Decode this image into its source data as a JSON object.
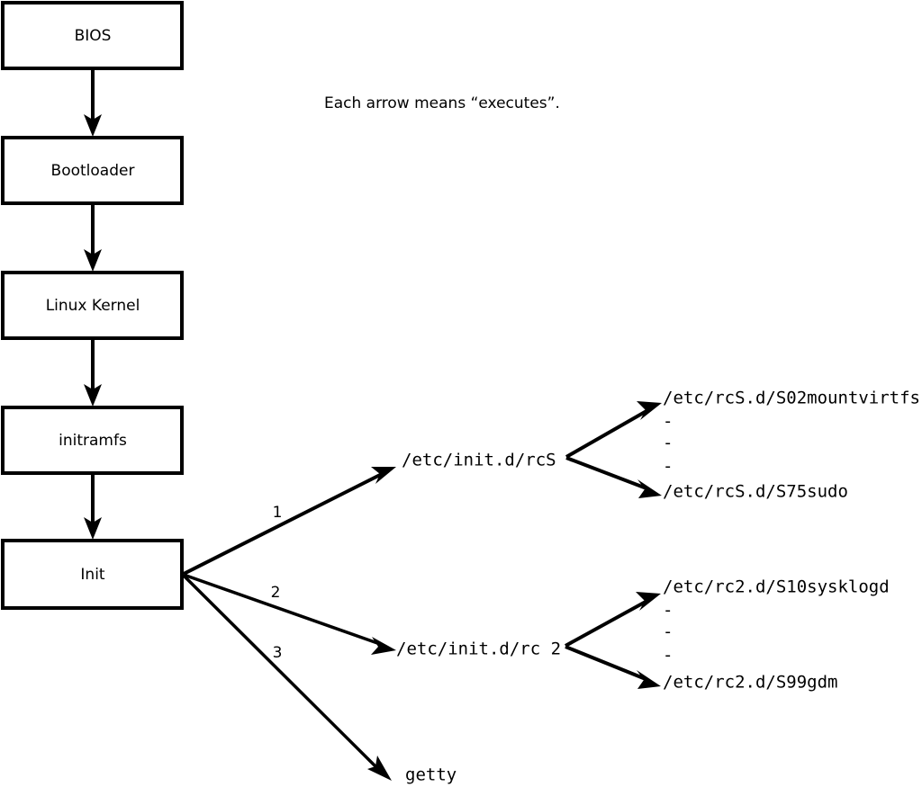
{
  "diagram": {
    "caption": "Each arrow means “executes”.",
    "boot_chain": [
      {
        "label": "BIOS"
      },
      {
        "label": "Bootloader"
      },
      {
        "label": "Linux Kernel"
      },
      {
        "label": "initramfs"
      },
      {
        "label": "Init"
      }
    ],
    "init_branches": [
      {
        "number": "1",
        "target": "/etc/init.d/rcS"
      },
      {
        "number": "2",
        "target": "/etc/init.d/rc 2"
      },
      {
        "number": "3",
        "target": "getty"
      }
    ],
    "rcs_scripts": {
      "first": "/etc/rcS.d/S02mountvirtfs",
      "ellipsis": [
        "-",
        "-",
        "-"
      ],
      "last": "/etc/rcS.d/S75sudo"
    },
    "rc2_scripts": {
      "first": "/etc/rc2.d/S10sysklogd",
      "ellipsis": [
        "-",
        "-",
        "-"
      ],
      "last": "/etc/rc2.d/S99gdm"
    },
    "colors": {
      "stroke": "#000000",
      "fill": "#ffffff",
      "text": "#000000"
    }
  }
}
